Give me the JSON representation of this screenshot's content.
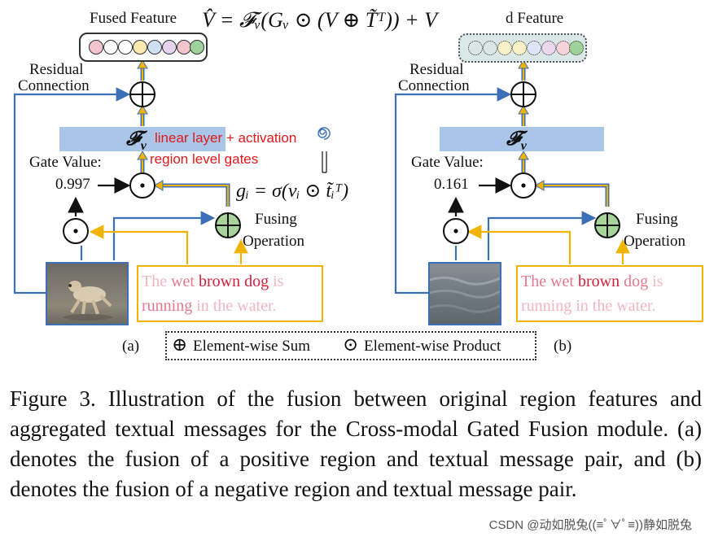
{
  "panel_a": {
    "fused_feature_label": "Fused Feature",
    "residual_label_1": "Residual",
    "residual_label_2": "Connection",
    "fv_symbol": "𝓕",
    "fv_sub": "v",
    "note_linear": "linear layer + activation",
    "note_gates": "region level gates",
    "gate_value_label": "Gate Value:",
    "gate_value": "0.997",
    "fusing_label_1": "Fusing",
    "fusing_label_2": "Operation",
    "sentence": [
      {
        "w": "The",
        "c": "lo"
      },
      {
        "w": "wet",
        "c": "mid"
      },
      {
        "w": "brown",
        "c": "hi"
      },
      {
        "w": "dog",
        "c": "hi"
      },
      {
        "w": "is",
        "c": "lo"
      },
      {
        "w": "running",
        "c": "mid"
      },
      {
        "w": "in",
        "c": "lo"
      },
      {
        "w": "the",
        "c": "lo"
      },
      {
        "w": "water.",
        "c": "lo"
      }
    ],
    "sub_label": "(a)",
    "feature_colors": [
      "#f4c5cf",
      "#ffffff",
      "#ffffff",
      "#fbeab0",
      "#cfe0f5",
      "#e6d3ee",
      "#f4c5cf",
      "#9fd29a"
    ]
  },
  "panel_b": {
    "feature_label_fragment": "d Feature",
    "residual_label_1": "Residual",
    "residual_label_2": "Connection",
    "fv_symbol": "𝓕",
    "fv_sub": "v",
    "gate_value_label": "Gate Value:",
    "gate_value": "0.161",
    "fusing_label_1": "Fusing",
    "fusing_label_2": "Operation",
    "sentence": [
      {
        "w": "The",
        "c": "mid"
      },
      {
        "w": "wet",
        "c": "mid"
      },
      {
        "w": "brown",
        "c": "hi"
      },
      {
        "w": "dog",
        "c": "mid"
      },
      {
        "w": "is",
        "c": "lo"
      },
      {
        "w": "running",
        "c": "lo"
      },
      {
        "w": "in",
        "c": "lo"
      },
      {
        "w": "the",
        "c": "lo"
      },
      {
        "w": "water.",
        "c": "lo"
      }
    ],
    "sub_label": "(b)",
    "feature_colors": [
      "#dce6e6",
      "#dce6e6",
      "#f7f0c8",
      "#f7f0c8",
      "#dde6f6",
      "#ead8ee",
      "#f7d2da",
      "#9fd29a"
    ]
  },
  "formula_top": "V̂ = 𝓕ᵥ(Gᵥ ⊙ (V ⊕ T̃ᵀ)) + V",
  "formula_gate": "gᵢ = σ(vᵢ ⊙ t̃ᵢᵀ)",
  "legend": {
    "sum_symbol": "⊕",
    "sum_label": "Element-wise Sum",
    "prod_symbol": "⊙",
    "prod_label": "Element-wise Product"
  },
  "caption": "Figure 3. Illustration of the fusion between original region features and aggregated textual messages for the Cross-modal Gated Fusion module. (a) denotes the fusion of a positive region and textual message pair, and (b) denotes the fusion of a negative region and textual message pair.",
  "watermark": "CSDN @动如脱兔((≡ﾟ∀ﾟ≡))静如脱兔",
  "colors": {
    "blue_line": "#3d6fb6",
    "gold_line": "#f0b300",
    "fv_bar": "#a9c6e8",
    "sum_fill": "#a7d49a",
    "note_red": "#e0191b"
  }
}
